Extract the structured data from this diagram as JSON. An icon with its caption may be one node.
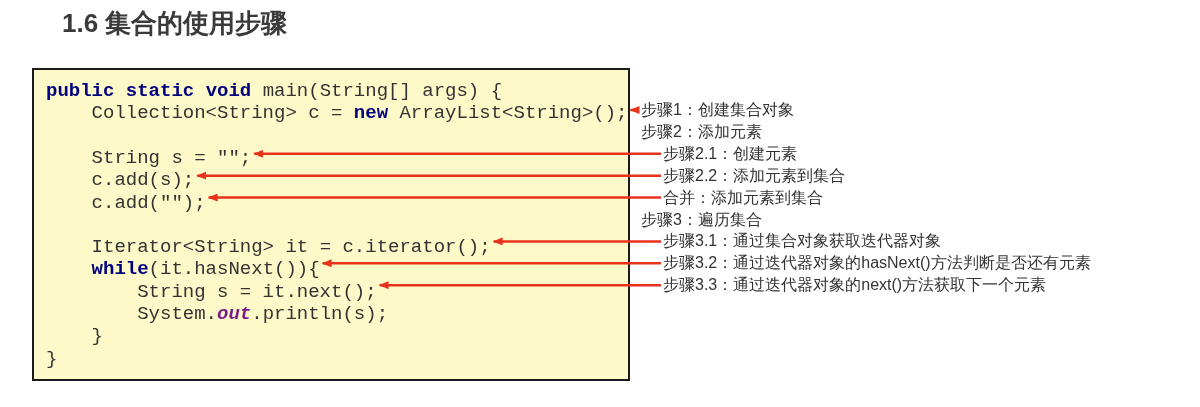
{
  "diagram": {
    "title": "1.6 集合的使用步骤",
    "nodes": [
      {
        "text": [],
        "shape": "box"
      },
      {
        "text": [
          "Collection<String> c = **new** ArrayList<String>();"
        ],
        "in": 0
      },
      {
        "text": [
          "String s = \"\";"
        ],
        "in": 0
      },
      {
        "text": [
          "c.add(s);"
        ],
        "in": 0
      },
      {
        "text": [
          "c.add(\"\");"
        ],
        "in": 0
      },
      {
        "text": [
          "Iterator<String> it = c.iterator();"
        ],
        "in": 0
      },
      {
        "text": [
          "**while**(it.hasNext()){"
        ],
        "in": 0
      },
      {
        "text": [
          "String s = it.next();"
        ],
        "in": 0
      },
      {
        "text": [
          "步骤1：创建集合对象"
        ]
      },
      {
        "text": [
          "步骤2.1：创建元素"
        ]
      },
      {
        "text": [
          "步骤2.2：添加元素到集合"
        ]
      },
      {
        "text": [
          "合并：添加元素到集合"
        ]
      },
      {
        "text": [
          "步骤3.1：通过集合对象获取迭代器对象"
        ]
      },
      {
        "text": [
          "步骤3.2：通过迭代器对象的hasNext()方法判断是否还有元素"
        ]
      },
      {
        "text": [
          "步骤3.3：通过迭代器对象的next()方法获取下一个元素"
        ]
      }
    ],
    "edges": [
      {
        "from": 8,
        "to": 1,
        "arrow": "to"
      },
      {
        "from": 9,
        "to": 2,
        "arrow": "to"
      },
      {
        "from": 10,
        "to": 3,
        "arrow": "to"
      },
      {
        "from": 11,
        "to": 4,
        "arrow": "to"
      },
      {
        "from": 12,
        "to": 5,
        "arrow": "to"
      },
      {
        "from": 13,
        "to": 6,
        "arrow": "to"
      },
      {
        "from": 14,
        "to": 7,
        "arrow": "to"
      }
    ],
    "labels": [
      "**public static void** main(String[] args) {",
      "System.*out*.println(s);",
      "}",
      "}",
      "步骤2：添加元素",
      "步骤3：遍历集合"
    ]
  }
}
